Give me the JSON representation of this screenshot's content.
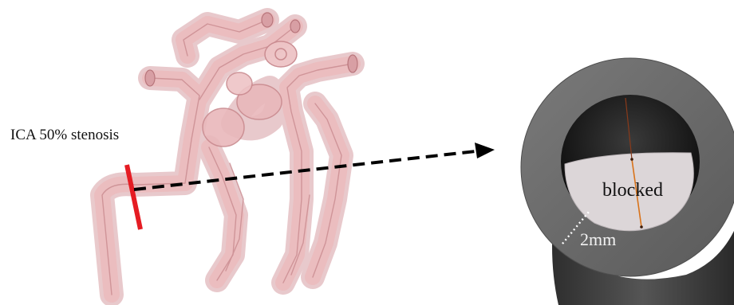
{
  "labels": {
    "stenosis": "ICA 50% stenosis",
    "blocked": "blocked",
    "wall_thickness": "2mm"
  },
  "colors": {
    "vessel_fill": "#e7b5b7",
    "vessel_edge": "#c47f84",
    "stenosis_marker": "#e51c23",
    "arrow": "#000000",
    "tube_wall": "#6d6d6d",
    "tube_lumen": "#1a1a1a",
    "blocked_region": "#dcd6d8",
    "centerline": "#d9731a"
  },
  "icons": {
    "vessel_model": "cerebral-artery-3d-model",
    "stenosis_marker": "red-line-marker",
    "arrow": "dashed-arrow-right",
    "cross_section": "vessel-cross-section"
  }
}
